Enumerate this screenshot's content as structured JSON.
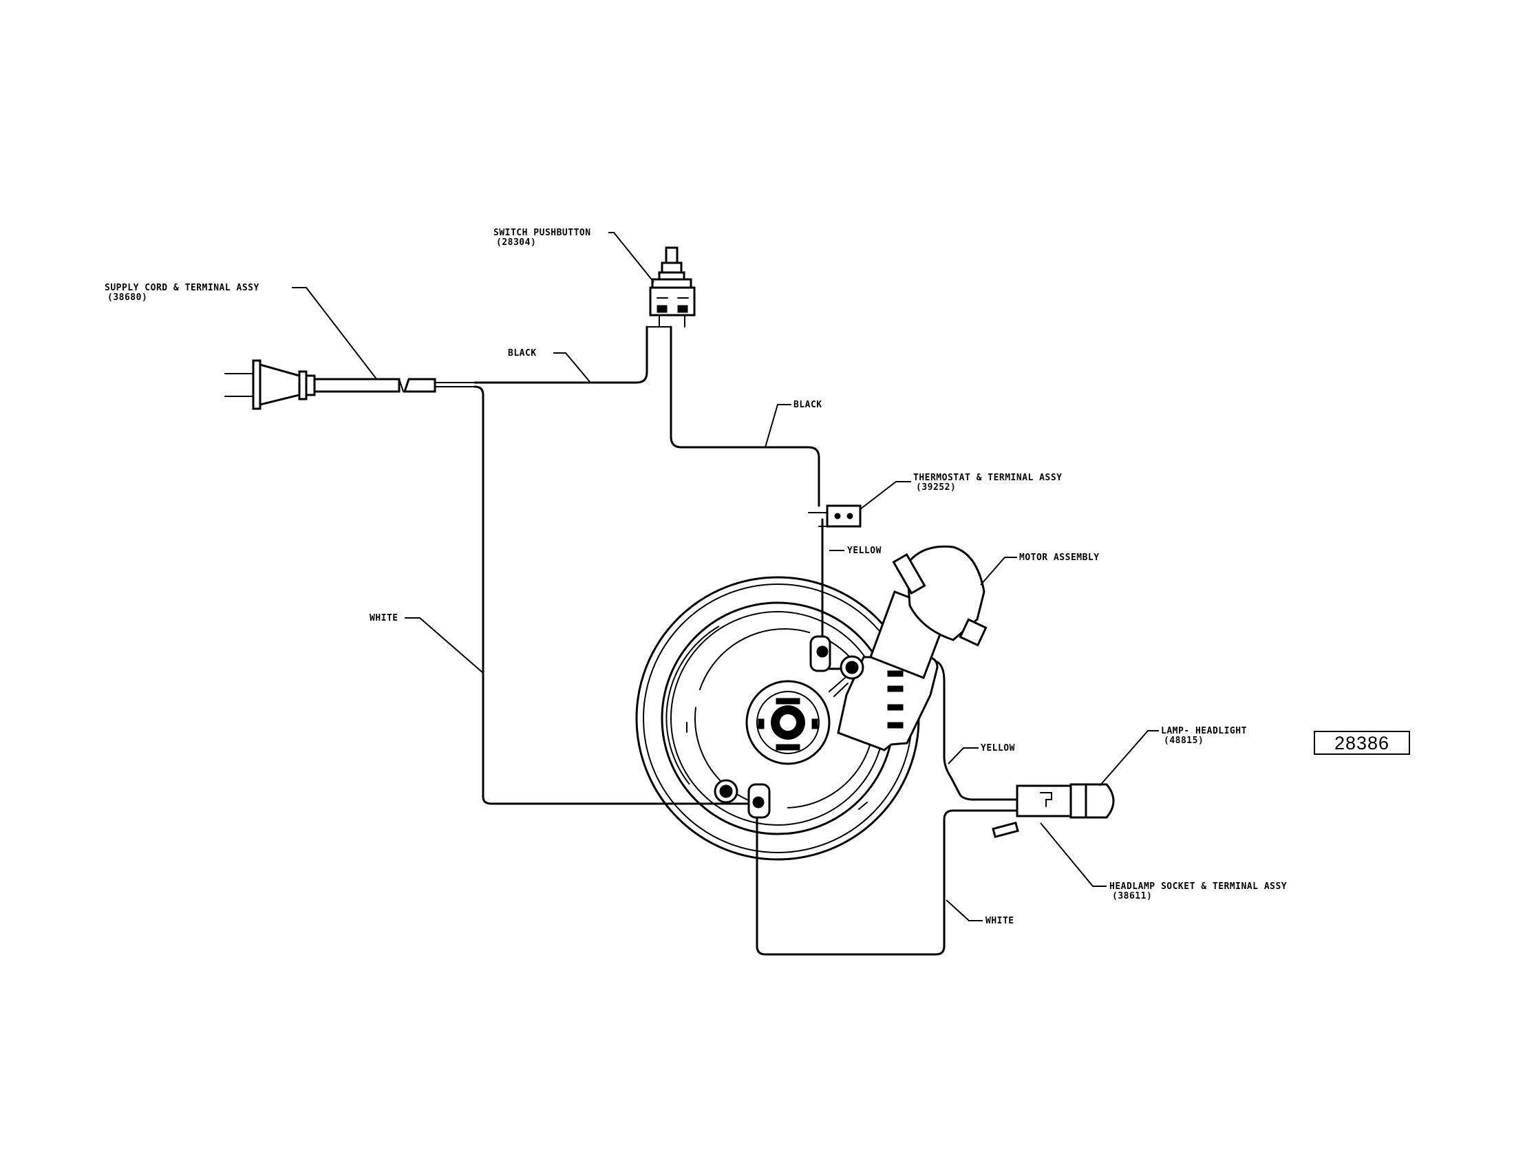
{
  "labels": {
    "switch_title": "SWITCH PUSHBUTTON",
    "switch_num": "(28304)",
    "supply_title": "SUPPLY CORD & TERMINAL ASSY",
    "supply_num": "(38680)",
    "black_1": "BLACK",
    "black_2": "BLACK",
    "thermostat_title": "THERMOSTAT & TERMINAL ASSY",
    "thermostat_num": "(39252)",
    "yellow_1": "YELLOW",
    "motor": "MOTOR ASSEMBLY",
    "white_1": "WHITE",
    "lamp_title": "LAMP- HEADLIGHT",
    "lamp_num": "(48815)",
    "yellow_2": "YELLOW",
    "headlamp_title": "HEADLAMP SOCKET & TERMINAL ASSY",
    "headlamp_num": "(38611)",
    "white_2": "WHITE"
  },
  "reference_number": "28386"
}
